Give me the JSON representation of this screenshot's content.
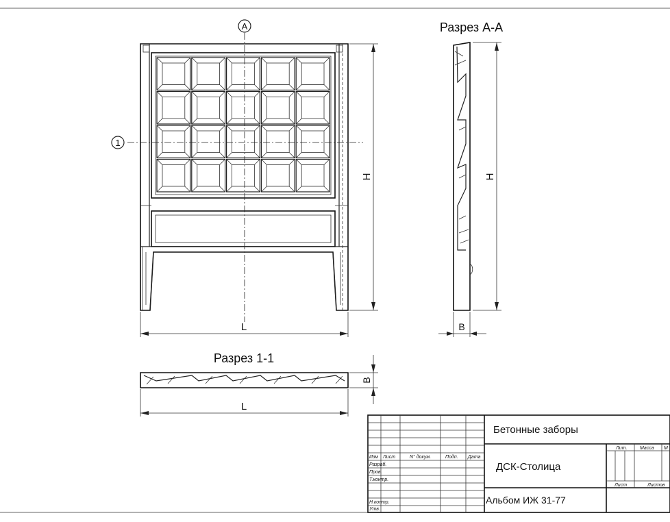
{
  "labels": {
    "section_aa": "Разрез А-А",
    "section_11": "Разрез 1-1",
    "marker_a": "А",
    "marker_1": "1",
    "dim_h_front": "H",
    "dim_l_front": "L",
    "dim_h_side": "H",
    "dim_b_side": "B",
    "dim_b_plan": "B",
    "dim_l_plan": "L"
  },
  "title_block": {
    "title": "Бетонные заборы",
    "company": "ДСК-Столица",
    "album": "Альбом ИЖ 31-77",
    "col_izm": "Изм",
    "col_list": "Лист",
    "col_ndoc": "N° докум.",
    "col_podp": "Подп.",
    "col_data": "Дата",
    "row_razrab": "Разраб.",
    "row_prov": "Пров.",
    "row_tkontr": "Т.контр.",
    "row_nkontr": "Н.контр.",
    "row_utv": "Утв.",
    "hdr_lit": "Лит.",
    "hdr_massa": "Масса",
    "hdr_m": "М",
    "hdr_list": "Лист",
    "hdr_listov": "Листов"
  }
}
